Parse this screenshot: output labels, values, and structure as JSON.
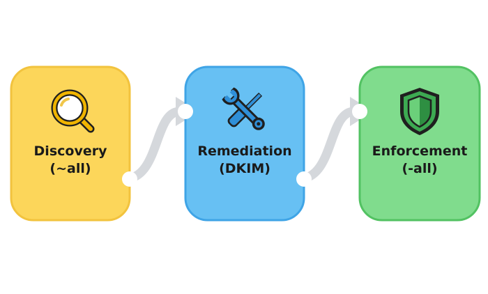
{
  "stages": [
    {
      "id": "discovery",
      "line1": "Discovery",
      "line2": "(~all)",
      "icon": "magnifying-glass-icon",
      "fill": "#FCD65A",
      "stroke": "#F2C33E",
      "icon_color": "#F0B400",
      "icon_stroke": "#1F1F1F"
    },
    {
      "id": "remediation",
      "line1": "Remediation",
      "line2": "(DKIM)",
      "icon": "wrench-screwdriver-icon",
      "fill": "#67C0F3",
      "stroke": "#3FA4E6",
      "icon_color": "#2F8FD8",
      "icon_stroke": "#1F1F1F"
    },
    {
      "id": "enforcement",
      "line1": "Enforcement",
      "line2": "(-all)",
      "icon": "shield-icon",
      "fill": "#80DC8D",
      "stroke": "#52C262",
      "icon_color": "#3DAA52",
      "icon_stroke": "#1F1F1F"
    }
  ],
  "connector_color": "#D5D8DC"
}
